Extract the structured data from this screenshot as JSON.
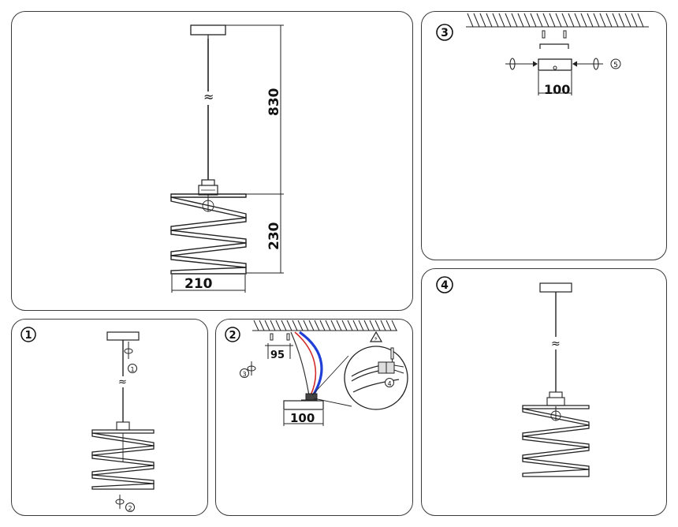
{
  "main": {
    "dim_height_top": "830",
    "dim_height_shade": "230",
    "dim_width": "210",
    "approx_symbol": "≈"
  },
  "step1": {
    "number": "1",
    "marker_a": "1",
    "marker_b": "2"
  },
  "step2": {
    "number": "2",
    "dim_spacing": "95",
    "dim_canopy": "100",
    "marker_a": "3",
    "marker_b": "4",
    "warning_symbol": "⚡"
  },
  "step3": {
    "number": "3",
    "dim_canopy": "100",
    "marker": "5"
  },
  "step4": {
    "number": "4"
  },
  "colors": {
    "line": "#222222",
    "wire_blue": "#1f3fd6",
    "wire_red": "#d42a2a"
  },
  "icons": [
    "rotate-arrow-icon",
    "electric-warning-icon",
    "screwdriver-icon",
    "ceiling-hatch"
  ]
}
